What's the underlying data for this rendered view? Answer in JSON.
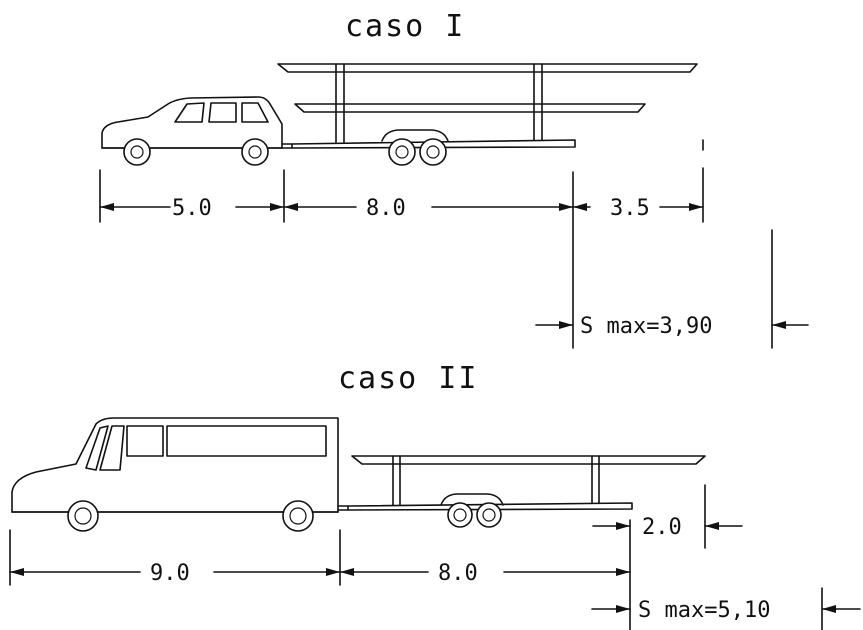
{
  "case1": {
    "title": "caso I",
    "dims": {
      "car_length": "5.0",
      "trailer_length": "8.0",
      "overhang": "3.5",
      "s_max": "S max=3,90"
    }
  },
  "case2": {
    "title": "caso II",
    "dims": {
      "van_length": "9.0",
      "trailer_length": "8.0",
      "overhang": "2.0",
      "s_max": "S max=5,10"
    }
  },
  "colors": {
    "line": "#111111",
    "background": "#ffffff"
  }
}
